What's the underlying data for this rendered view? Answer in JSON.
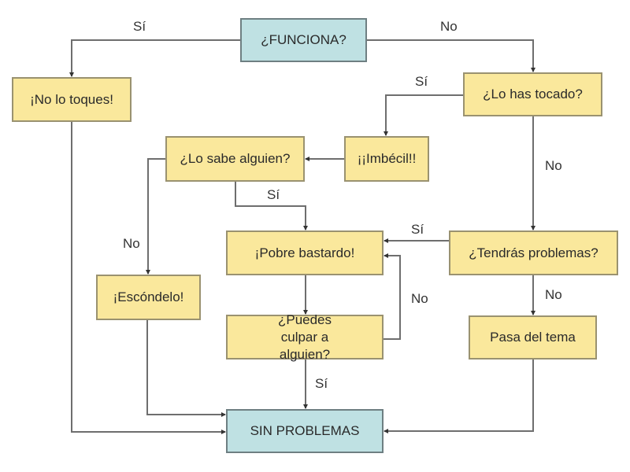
{
  "colors": {
    "decision_fill": "#fae89c",
    "terminal_fill": "#bfe1e3",
    "connector": "#6e6e6e"
  },
  "nodes": {
    "funciona": "¿FUNCIONA?",
    "no_lo_toques": "¡No lo toques!",
    "lo_has_tocado": "¿Lo has tocado?",
    "imbecil": "¡¡Imbécil!!",
    "lo_sabe_alguien": "¿Lo sabe alguien?",
    "pobre_bastardo": "¡Pobre bastardo!",
    "tendras_problemas": "¿Tendrás problemas?",
    "escondelo": "¡Escóndelo!",
    "puedes_culpar": "¿Puedes culpar a alguien?",
    "pasa_del_tema": "Pasa del tema",
    "sin_problemas": "SIN PROBLEMAS"
  },
  "edge_labels": {
    "funciona_si": "Sí",
    "funciona_no": "No",
    "tocado_si": "Sí",
    "tocado_no": "No",
    "sabe_si": "Sí",
    "sabe_no": "No",
    "tendras_si": "Sí",
    "tendras_no": "No",
    "culpar_no": "No",
    "culpar_si": "Sí"
  }
}
